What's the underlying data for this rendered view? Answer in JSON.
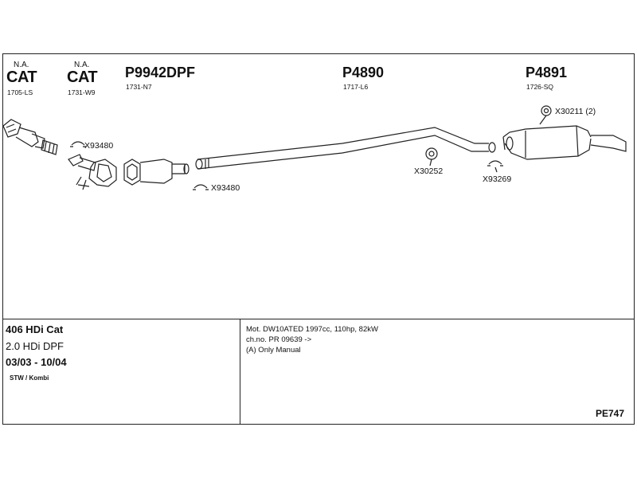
{
  "parts": [
    {
      "note": "N.A.",
      "label": "CAT",
      "code": "1705-LS"
    },
    {
      "note": "N.A.",
      "label": "CAT",
      "code": "1731-W9"
    },
    {
      "label": "P9942DPF",
      "code": "1731-N7"
    },
    {
      "label": "P4890",
      "code": "1717-L6"
    },
    {
      "label": "P4891",
      "code": "1726-SQ"
    }
  ],
  "accessories": {
    "x93480_a": "X93480",
    "x93480_b": "X93480",
    "x30252": "X30252",
    "x93269": "X93269",
    "x30211": "X30211 (2)"
  },
  "vehicle": {
    "model": "406 HDi Cat",
    "engine": "2.0 HDi DPF",
    "years": "03/03 - 10/04",
    "body": "STW / Kombi"
  },
  "notes": [
    "Mot. DW10ATED 1997cc, 110hp, 82kW",
    "ch.no. PR 09639 ->",
    "(A) Only Manual"
  ],
  "reference": "PE747"
}
